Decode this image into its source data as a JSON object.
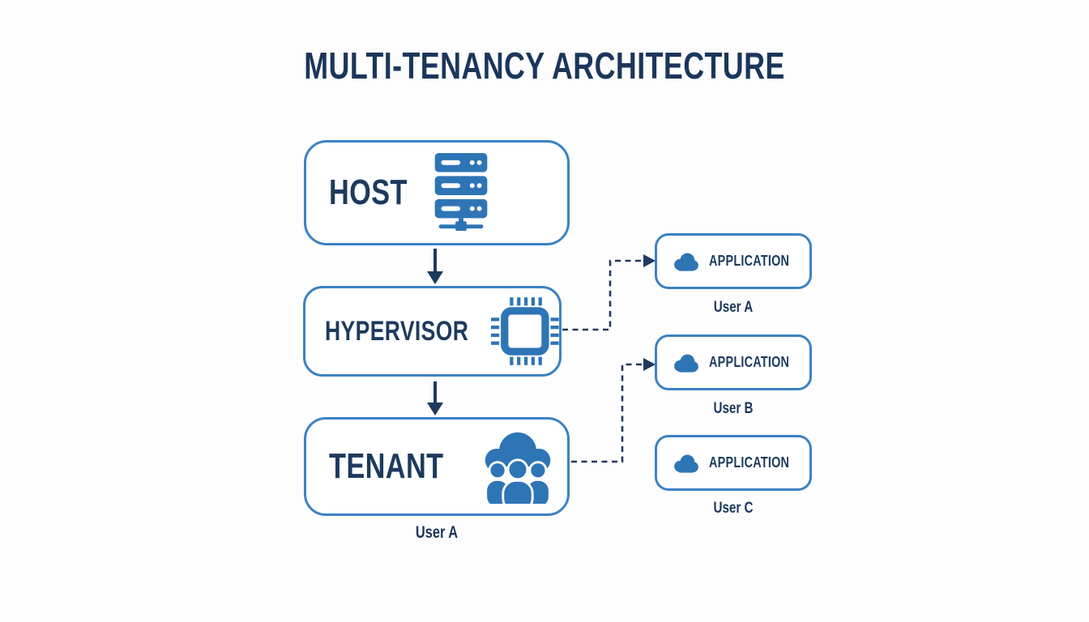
{
  "title": "MULTI-TENANCY ARCHITECTURE",
  "colors": {
    "navy": "#1d3a5e",
    "border_blue": "#3b82c4",
    "icon_blue": "#2e75b6",
    "bg": "#fdfdfd"
  },
  "stack": [
    {
      "label": "HOST",
      "icon": "server-icon"
    },
    {
      "label": "HYPERVISOR",
      "icon": "chip-icon"
    },
    {
      "label": "TENANT",
      "icon": "users-icon",
      "sublabel": "User A"
    }
  ],
  "applications": [
    {
      "label": "APPLICATION",
      "icon": "cloud-icon",
      "user": "User A"
    },
    {
      "label": "APPLICATION",
      "icon": "cloud-icon",
      "user": "User B"
    },
    {
      "label": "APPLICATION",
      "icon": "cloud-icon",
      "user": "User C"
    }
  ],
  "connections": [
    {
      "from": "HYPERVISOR",
      "to": "APPLICATION (User A)",
      "style": "dashed-arrow"
    },
    {
      "from": "TENANT",
      "to": "APPLICATION (User B)",
      "style": "dashed-arrow"
    },
    {
      "from": "HOST",
      "to": "HYPERVISOR",
      "style": "solid-arrow"
    },
    {
      "from": "HYPERVISOR",
      "to": "TENANT",
      "style": "solid-arrow"
    }
  ]
}
